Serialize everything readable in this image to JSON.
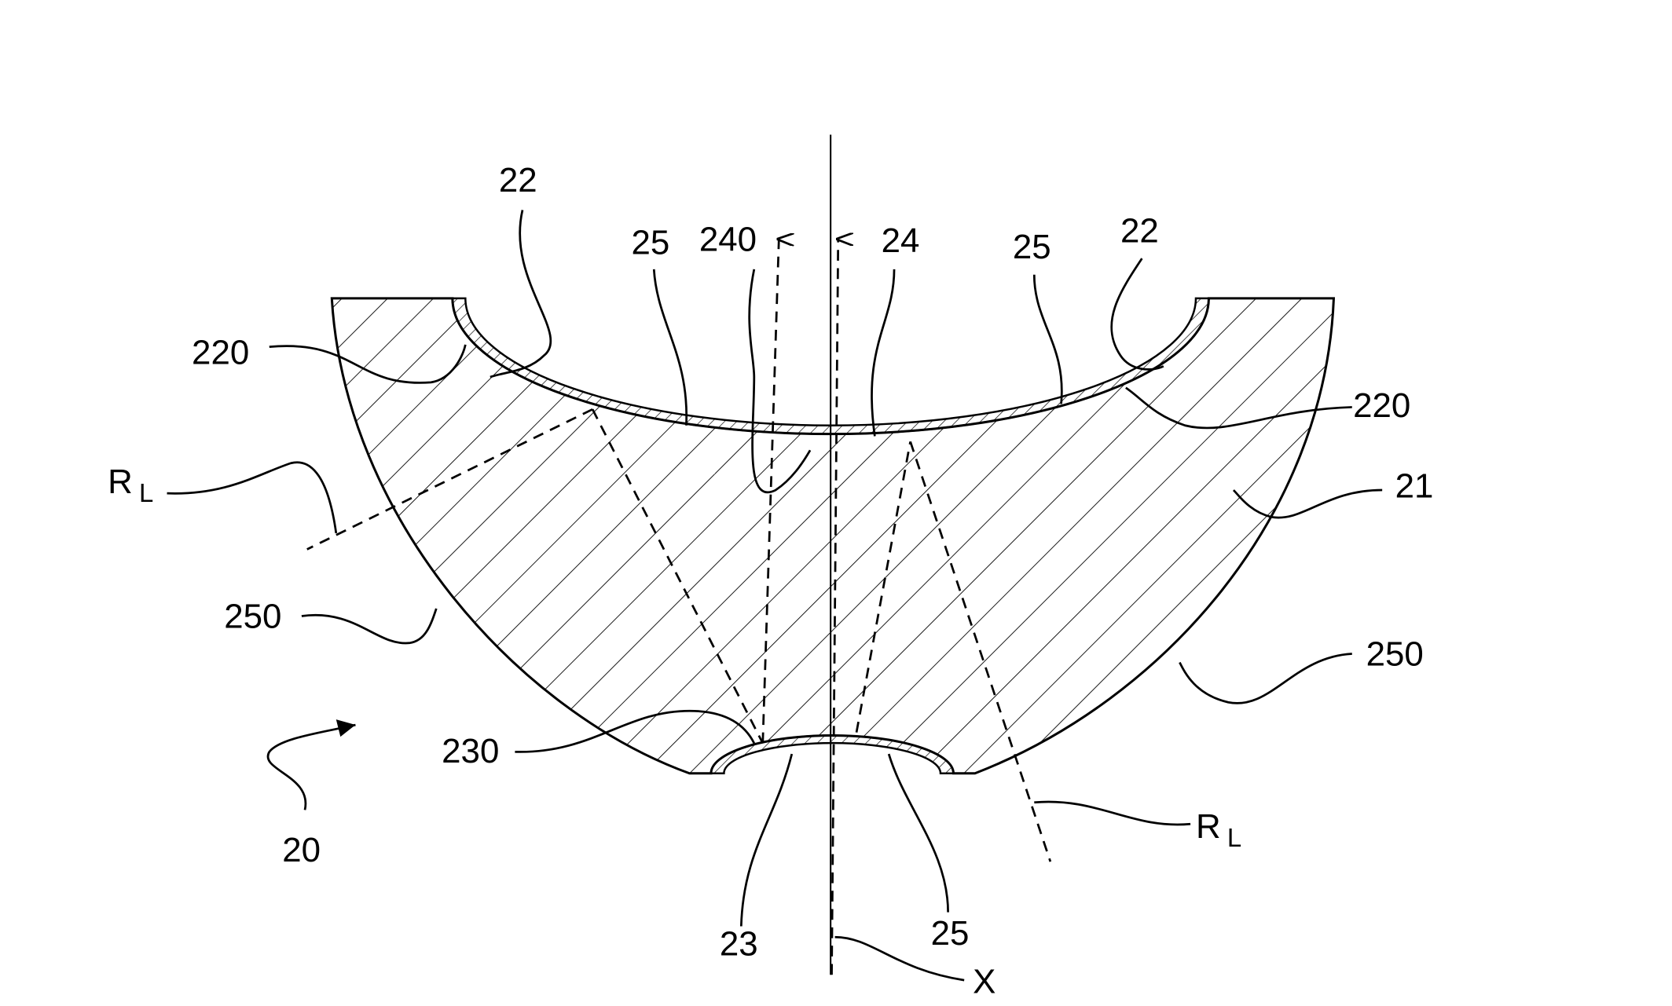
{
  "figure": {
    "labels": {
      "cavity_edge_left": "22",
      "coating_left": "25",
      "center_region": "240",
      "center_zone": "24",
      "coating_right": "25",
      "cavity_edge_right": "22",
      "surface_left": "220",
      "surface_right": "220",
      "ray_left": "R",
      "ray_left_sub": "L",
      "body": "21",
      "outer_left": "250",
      "outer_right": "250",
      "lower_surface": "230",
      "assembly": "20",
      "lower_cavity": "23",
      "coating_bottom": "25",
      "axis": "X",
      "ray_right": "R",
      "ray_right_sub": "L"
    }
  }
}
